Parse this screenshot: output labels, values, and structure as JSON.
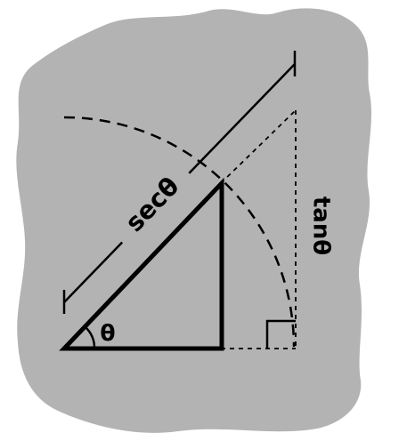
{
  "labels": {
    "secant": "secθ",
    "tangent": "tanθ",
    "angle": "θ"
  },
  "colors": {
    "background_blob": "#b3b3b3",
    "ink": "#000000",
    "page": "#ffffff"
  }
}
